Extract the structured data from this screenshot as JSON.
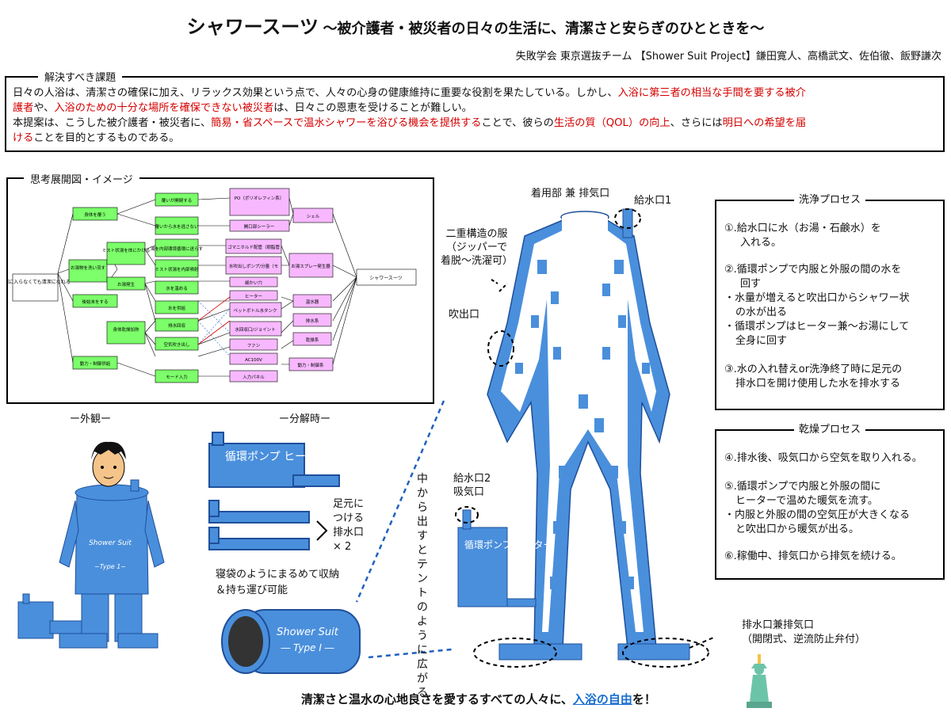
{
  "title": {
    "main": "シャワースーツ",
    "sub": "～被介護者・被災者の日々の生活に、清潔さと安らぎのひとときを～"
  },
  "authors": "失敗学会 東京選抜チーム 【Shower Suit Project】鎌田寛人、高橋武文、佐伯徹、飯野謙次",
  "problem": {
    "label": "解決すべき課題",
    "line1a": "日々の人浴は、清潔さの確保に加え、リラックス効果という点で、人々の心身の健康維持に重要な役割を果たしている。しかし、",
    "line1b": "入浴に第三者の相当な手間を要する被介",
    "line2a": "護者",
    "line2b": "や、",
    "line2c": "入浴のための十分な場所を確保できない被災者",
    "line2d": "は、日々この恩恵を受けることが難しい。",
    "line3a": "本提案は、こうした被介護者・被災者に、",
    "line3b": "簡易・省スペースで温水シャワーを浴びる機会を提供する",
    "line3c": "ことで、彼らの",
    "line3d": "生活の質（QOL）の向上",
    "line3e": "、さらには",
    "line3f": "明日への希望を届",
    "line4a": "ける",
    "line4b": "ことを目的とするものである。"
  },
  "mindmap": {
    "label": "思考展開図・イメージ",
    "root": "お湯に入らなくても清潔になれる",
    "final": "シャワースーツ",
    "nodes_green": [
      "身体を覆う",
      "お湯物を洗い流す",
      "後始末をする",
      "動力・制御供給",
      "ミスト状湯を体にかける",
      "お湯発生",
      "身体乾燥加熱",
      "覆いが開閉する",
      "覆いから水を逃さない",
      "湯を内部環境循環に送らす",
      "ミスト状湯を内部噴射",
      "水を温める",
      "水を供給",
      "排水回収",
      "空気吹き出し",
      "モード入力"
    ],
    "nodes_pink": [
      "PO（ポリオレフィン系）フィルム",
      "開口部シーラー",
      "ゴマニホルド配管（樹脂管）",
      "水吹出しポンプ/分量（モータ内蔵）",
      "細かい穴",
      "ヒーター",
      "ペットボトル水タンク",
      "水回収口/ジョイント",
      "ファン",
      "AC100V",
      "入力パネル",
      "シェル",
      "お湯スプレー発生器",
      "温水器",
      "排水系",
      "乾燥系",
      "動力・制御系"
    ]
  },
  "exterior_label": "ー外観ー",
  "suit_label": "Shower Suit",
  "suit_type": "~Type 1~",
  "disassembled_label": "ー分解時ー",
  "pump_label": "循環ポンプ ヒーター",
  "drain_label_1": "足元に",
  "drain_label_2": "つける",
  "drain_label_3": "排水口",
  "drain_label_4": "× 2",
  "roll_label_1": "寝袋のようにまるめて収納",
  "roll_label_2": "＆持ち運び可能",
  "bag_label_1": "Shower Suit",
  "bag_label_2": "― Type Ⅰ ―",
  "tent_label": "中から出すとテントのように広がる",
  "diagram": {
    "neck": "着用部 兼 排気口",
    "inlet1": "給水口1",
    "double_1": "二重構造の服",
    "double_2": "（ジッパーで",
    "double_3": "着脱～洗濯可）",
    "nozzle": "吹出口",
    "inlet2_1": "給水口2",
    "inlet2_2": "吸気口",
    "pump_unit": "循環ポンプ ヒーター",
    "drain_1": "排水口兼排気口",
    "drain_2": "（開閉式、逆流防止弁付）"
  },
  "wash": {
    "title": "洗浄プロセス",
    "l1": "①.給水口に水（お湯・石鹸水）を",
    "l2": "入れる。",
    "l3": "②.循環ポンプで内服と外服の間の水を",
    "l4": "回す",
    "l5": "・水量が増えると吹出口からシャワー状",
    "l6": "の水が出る",
    "l7": "・循環ポンプはヒーター兼～お湯にして",
    "l8": "全身に回す",
    "l9": "③.水の入れ替えor洗浄終了時に足元の",
    "l10": "排水口を開け使用した水を排水する"
  },
  "dry": {
    "title": "乾燥プロセス",
    "l1": "④.排水後、吸気口から空気を取り入れる。",
    "l2": "⑤.循環ポンプで内服と外服の間に",
    "l3": "ヒーターで温めた暖気を流す。",
    "l4": "・内服と外服の間の空気圧が大きくなる",
    "l5": "と吹出口から暖気が出る。",
    "l6": "⑥.稼働中、排気口から排気を続ける。"
  },
  "footer": {
    "a": "清潔さと温水の心地良さを愛するすべての人々に、",
    "link": "入浴の自由",
    "b": "を！"
  },
  "colors": {
    "suit": "#4a8fdc",
    "suit_dark": "#1e4f9a",
    "green": "#7cff6a",
    "pink": "#f7b8ff",
    "red": "#d40000"
  }
}
